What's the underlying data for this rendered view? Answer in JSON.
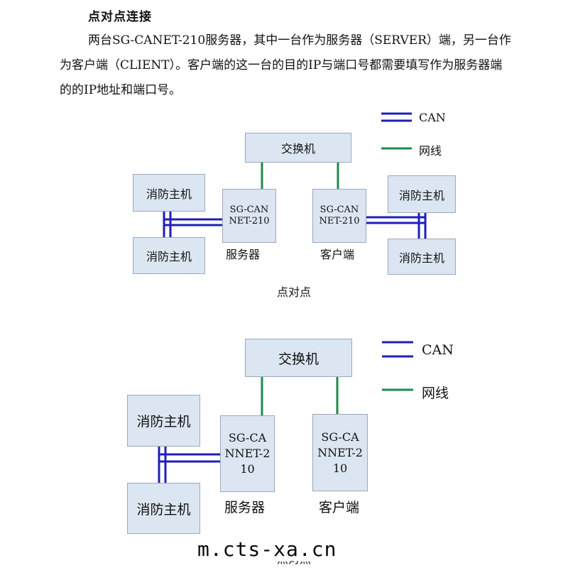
{
  "heading": "点对点连接",
  "paragraph": "两台SG-CANET-210服务器，其中一台作为服务器（SERVER）端，另一台作为客户端（CLIENT）。客户端的这一台的目的IP与端口号都需要填写作为服务器端的的IP地址和端口号。",
  "legend": {
    "can": "CAN",
    "net": "网线"
  },
  "colors": {
    "can": "#1f1fb8",
    "net": "#1e8a4c",
    "box_fill": "#dce6f2"
  },
  "diagram1": {
    "switch": "交换机",
    "fire_host_1": "消防主机",
    "fire_host_2": "消防主机",
    "fire_host_3": "消防主机",
    "fire_host_4": "消防主机",
    "device_server": "SG-CANNET-210",
    "device_client": "SG-CANNET-210",
    "server_label": "服务器",
    "client_label": "客户端",
    "caption": "点对点"
  },
  "diagram2": {
    "switch": "交换机",
    "fire_host_1": "消防主机",
    "fire_host_2": "消防主机",
    "device_server": "SG-CANNET-210",
    "device_client": "SG-CANNET-210",
    "server_label": "服务器",
    "client_label": "客户端",
    "caption": "点对点"
  },
  "watermark": "m.cts-xa.cn"
}
